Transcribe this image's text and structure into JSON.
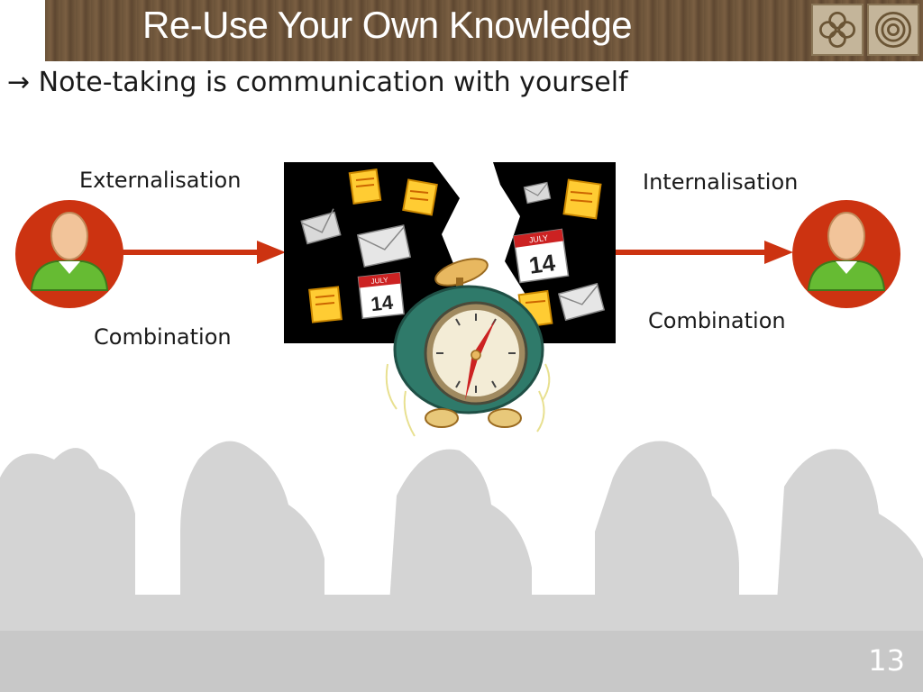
{
  "slide": {
    "title": "Re-Use Your Own Knowledge",
    "subtitle": "→ Note-taking is communication with yourself",
    "page_number": "13"
  },
  "labels": {
    "externalisation": "Externalisation",
    "internalisation": "Internalisation",
    "combination_left": "Combination",
    "combination_right": "Combination"
  },
  "calendar": {
    "month": "JULY",
    "day": "14"
  },
  "icons": [
    "person-icon",
    "note-icon",
    "envelope-icon",
    "calendar-icon",
    "alarm-clock-icon",
    "right-arrow-icon"
  ],
  "colors": {
    "accent_red": "#cc3311",
    "person_green": "#66bb33",
    "title_brown": "#6b5339"
  }
}
